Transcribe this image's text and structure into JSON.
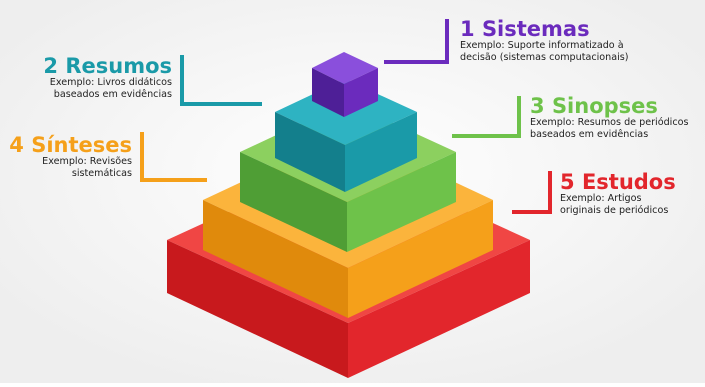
{
  "levels": [
    {
      "number": "1",
      "name": "Sistemas",
      "desc_line1": "Exemplo: Suporte informatizado à",
      "desc_line2": "decisão (sistemas computacionais)",
      "color": "#6b2bbd"
    },
    {
      "number": "2",
      "name": "Resumos",
      "desc_line1": "Exemplo: Livros didáticos",
      "desc_line2": "baseados em evidências",
      "color": "#1a9aa8"
    },
    {
      "number": "3",
      "name": "Sinopses",
      "desc_line1": "Exemplo: Resumos de periódicos",
      "desc_line2": "baseados em evidências",
      "color": "#6ec24a"
    },
    {
      "number": "4",
      "name": "Sínteses",
      "desc_line1": "Exemplo: Revisões",
      "desc_line2": "sistemáticas",
      "color": "#f5a01a"
    },
    {
      "number": "5",
      "name": "Estudos",
      "desc_line1": "Exemplo: Artigos",
      "desc_line2": "originais de periódicos",
      "color": "#e2262c"
    }
  ]
}
